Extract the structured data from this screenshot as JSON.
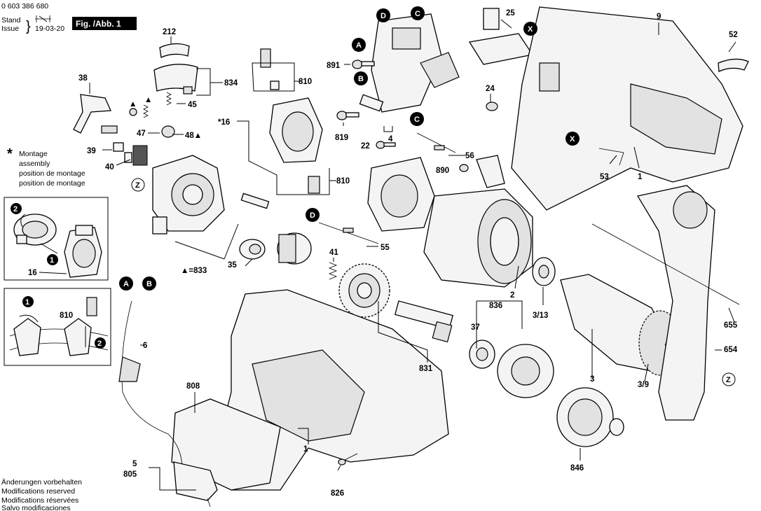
{
  "header": {
    "doc_number": "0 603 386 680",
    "stand_label": "Stand",
    "issue_label": "Issue",
    "stand_value": "19-03-20",
    "fig_label": "Fig. /Abb. 1"
  },
  "montage_note": {
    "star": "*",
    "lines": [
      "Montage",
      "assembly",
      "position de montage",
      "position de montage"
    ]
  },
  "footer_notes": [
    "Änderungen vorbehalten",
    "Modifications reserved",
    "Modifications réservées",
    "Salvo modificaciones"
  ],
  "part_labels": {
    "p212": "212",
    "p38": "38",
    "p834": "834",
    "p45": "45",
    "p47": "47",
    "p48": "48▲",
    "p39": "39",
    "p40": "40",
    "p833": "▲=833",
    "p35": "35",
    "p810a": "810",
    "p16": "*16",
    "p810b": "810",
    "p891": "891",
    "p819": "819",
    "p4": "4",
    "p22": "22",
    "p56": "56",
    "p890": "890",
    "p55": "55",
    "p41": "41",
    "p25": "25",
    "p9": "9",
    "p52": "52",
    "p24": "24",
    "p53": "53",
    "p1a": "1",
    "p2": "2",
    "p3_13": "3/13",
    "p836": "836",
    "p37": "37",
    "p831": "831",
    "p3": "3",
    "p3_9": "3/9",
    "p655": "655",
    "p654": "654",
    "p6": "6",
    "p808": "808",
    "p1b": "1",
    "p5": "5",
    "p805": "805",
    "p826": "826",
    "p846": "846",
    "p16b": "16",
    "p810c": "810"
  },
  "badges": {
    "A": "A",
    "B": "B",
    "C": "C",
    "D": "D",
    "X": "X",
    "Z": "Z",
    "one": "1",
    "two": "2",
    "tri": "▲"
  }
}
